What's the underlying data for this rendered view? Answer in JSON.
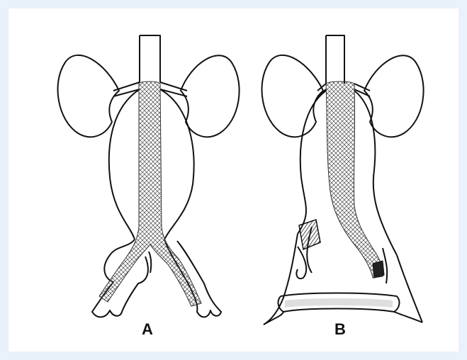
{
  "figure": {
    "panels": [
      {
        "id": "A",
        "label": "A"
      },
      {
        "id": "B",
        "label": "B"
      }
    ],
    "colors": {
      "background": "#e9f1fa",
      "panel": "#ffffff",
      "ink": "#111111",
      "mesh": "#555555"
    }
  }
}
